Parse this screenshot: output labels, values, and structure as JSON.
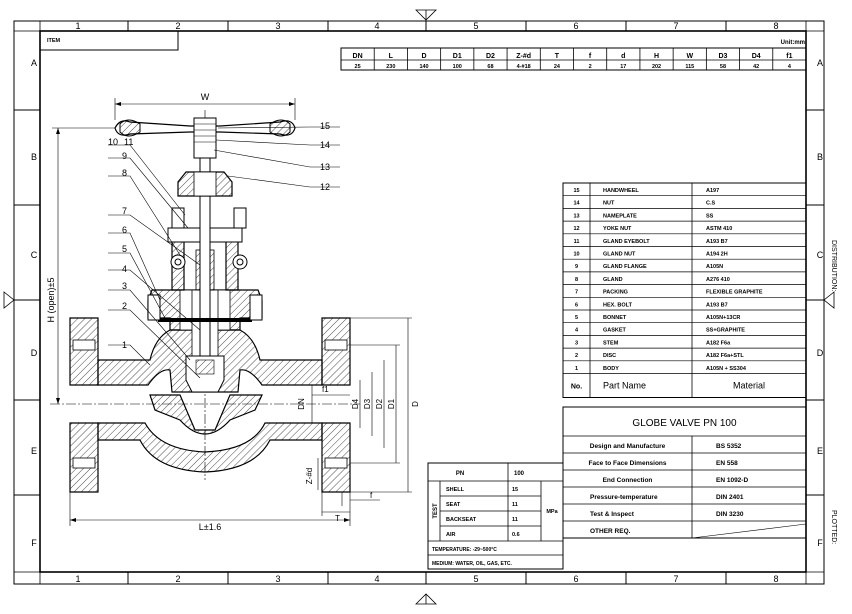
{
  "frame": {
    "col_numbers": [
      "1",
      "2",
      "3",
      "4",
      "5",
      "6",
      "7",
      "8"
    ],
    "row_letters": [
      "A",
      "B",
      "C",
      "D",
      "E",
      "F"
    ],
    "item_label": "ITEM",
    "side_labels": {
      "distribution": "DISTRIBUTION:",
      "plotted": "PLOTTED:"
    }
  },
  "dim_table": {
    "unit": "Unit:mm",
    "headers": [
      "DN",
      "L",
      "D",
      "D1",
      "D2",
      "Z-#d",
      "T",
      "f",
      "d",
      "H",
      "W",
      "D3",
      "D4",
      "f1"
    ],
    "values": [
      "25",
      "230",
      "140",
      "100",
      "68",
      "4-#18",
      "24",
      "2",
      "17",
      "202",
      "115",
      "58",
      "42",
      "4"
    ]
  },
  "parts": {
    "header_no": "No.",
    "header_name": "Part Name",
    "header_material": "Material",
    "rows": [
      {
        "no": "15",
        "name": "HANDWHEEL",
        "material": "A197"
      },
      {
        "no": "14",
        "name": "NUT",
        "material": "C.S"
      },
      {
        "no": "13",
        "name": "NAMEPLATE",
        "material": "SS"
      },
      {
        "no": "12",
        "name": "YOKE NUT",
        "material": "ASTM 410"
      },
      {
        "no": "11",
        "name": "GLAND EYEBOLT",
        "material": "A193 B7"
      },
      {
        "no": "10",
        "name": "GLAND NUT",
        "material": "A194 2H"
      },
      {
        "no": "9",
        "name": "GLAND FLANGE",
        "material": "A105N"
      },
      {
        "no": "8",
        "name": "GLAND",
        "material": "A276 410"
      },
      {
        "no": "7",
        "name": "PACKING",
        "material": "FLEXIBLE GRAPHITE"
      },
      {
        "no": "6",
        "name": "HEX. BOLT",
        "material": "A193 B7"
      },
      {
        "no": "5",
        "name": "BONNET",
        "material": "A105N+13CR"
      },
      {
        "no": "4",
        "name": "GASKET",
        "material": "SS+GRAPHITE"
      },
      {
        "no": "3",
        "name": "STEM",
        "material": "A182 F6a"
      },
      {
        "no": "2",
        "name": "DISC",
        "material": "A182 F6a+STL"
      },
      {
        "no": "1",
        "name": "BODY",
        "material": "A105N + SS304"
      }
    ]
  },
  "title": "GLOBE VALVE  PN 100",
  "specs": [
    {
      "label": "Design and Manufacture",
      "value": "BS 5352"
    },
    {
      "label": "Face to Face Dimensions",
      "value": "EN 558"
    },
    {
      "label": "End Connection",
      "value": "EN 1092-D"
    },
    {
      "label": "Pressure-temperature",
      "value": "DIN 2401"
    },
    {
      "label": "Test & Inspect",
      "value": "DIN 3230"
    },
    {
      "label": "OTHER REQ.",
      "value": ""
    }
  ],
  "test": {
    "pn_label": "PN",
    "pn_value": "100",
    "side_label": "TEST",
    "unit": "MPa",
    "rows": [
      {
        "label": "SHELL",
        "value": "15"
      },
      {
        "label": "SEAT",
        "value": "11"
      },
      {
        "label": "BACKSEAT",
        "value": "11"
      },
      {
        "label": "AIR",
        "value": "0.6"
      }
    ],
    "temperature": "TEMPERATURE: -29~500°C",
    "medium": "MEDIUM: WATER, OIL, GAS, ETC."
  },
  "drawing": {
    "balloons": [
      "1",
      "2",
      "3",
      "4",
      "5",
      "6",
      "7",
      "8",
      "9",
      "10",
      "11",
      "12",
      "13",
      "14",
      "15"
    ],
    "dims": {
      "W": "W",
      "H": "H (open)±5",
      "L": "L±1.6",
      "DN": "DN",
      "f1": "f1",
      "D4": "D4",
      "D3": "D3",
      "D2": "D2",
      "D1": "D1",
      "D": "D",
      "Zd": "Z-#d",
      "f": "f",
      "T": "T"
    }
  }
}
